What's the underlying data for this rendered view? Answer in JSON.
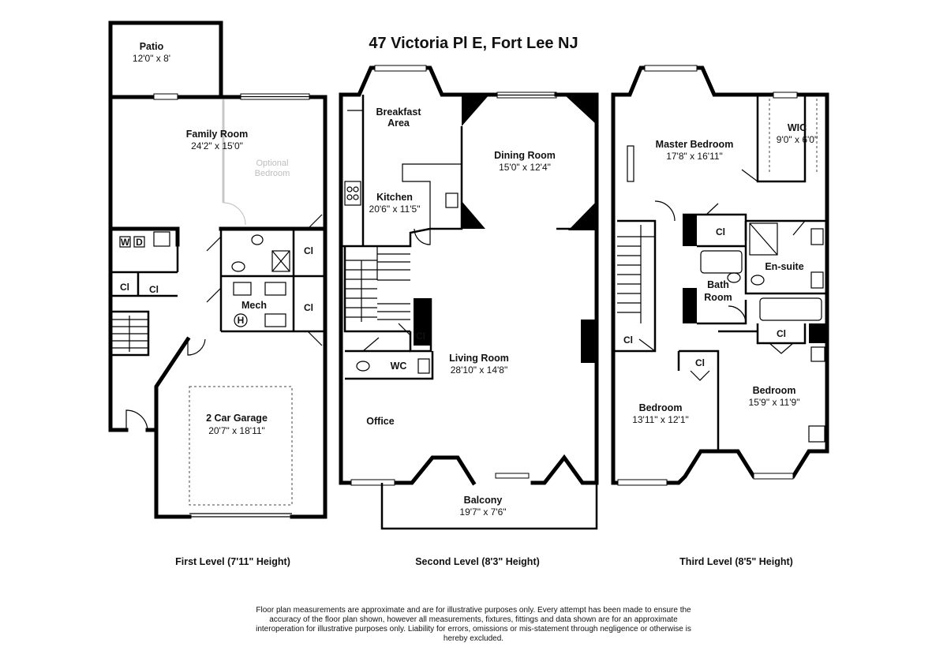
{
  "title": "47 Victoria Pl E, Fort Lee NJ",
  "levels": [
    "First Level (7'11\" Height)",
    "Second Level (8'3\" Height)",
    "Third Level (8'5\" Height)"
  ],
  "rooms": {
    "patio": {
      "name": "Patio",
      "dims": "12'0\" x 8'"
    },
    "family_room": {
      "name": "Family Room",
      "dims": "24'2\" x 15'0\""
    },
    "optional_bedroom": {
      "line1": "Optional",
      "line2": "Bedroom"
    },
    "garage": {
      "name": "2 Car Garage",
      "dims": "20'7\" x 18'11\""
    },
    "mech": {
      "name": "Mech"
    },
    "breakfast": {
      "line1": "Breakfast",
      "line2": "Area"
    },
    "kitchen": {
      "name": "Kitchen",
      "dims": "20'6\" x 11'5\""
    },
    "dining_room": {
      "name": "Dining Room",
      "dims": "15'0\" x 12'4\""
    },
    "living_room": {
      "name": "Living Room",
      "dims": "28'10\" x 14'8\""
    },
    "wc": {
      "name": "WC"
    },
    "office": {
      "name": "Office"
    },
    "balcony": {
      "name": "Balcony",
      "dims": "19'7\" x 7'6\""
    },
    "master_bedroom": {
      "name": "Master Bedroom",
      "dims": "17'8\" x 16'11\""
    },
    "wic": {
      "name": "WIC",
      "dims": "9'0\" x 6'0\""
    },
    "ensuite": {
      "name": "En-suite"
    },
    "bath_room": {
      "line1": "Bath",
      "line2": "Room"
    },
    "bedroom_1": {
      "name": "Bedroom",
      "dims": "13'11\" x 12'1\""
    },
    "bedroom_2": {
      "name": "Bedroom",
      "dims": "15'9\" x 11'9\""
    }
  },
  "labels": {
    "closet": "Cl",
    "washer": "W",
    "dryer": "D",
    "heater": "H"
  },
  "disclaimer": "Floor plan measurements are approximate and are for illustrative purposes only. Every attempt has been made to ensure the accuracy of the floor plan shown, however all measurements, fixtures, fittings and data shown are for an approximate interoperation for illustrative purposes only. Liability for errors, omissions or mis-statement through negligence or otherwise is hereby excluded."
}
